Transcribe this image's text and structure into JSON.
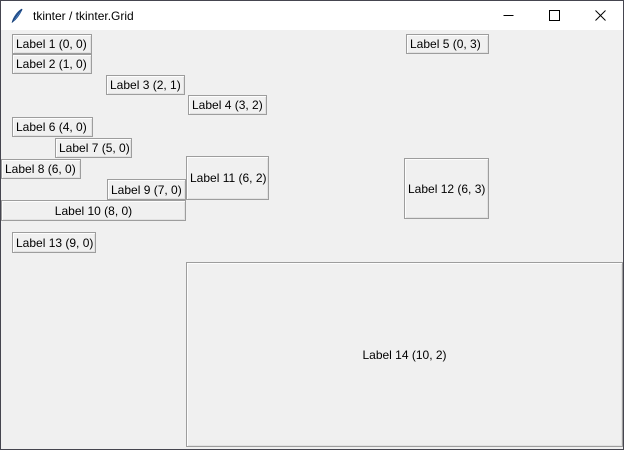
{
  "window": {
    "title": "tkinter / tkinter.Grid",
    "icons": {
      "app_icon": "tk-feather-icon",
      "minimize": "minimize-icon",
      "maximize": "maximize-icon",
      "close": "close-icon"
    }
  },
  "colors": {
    "titlebar_bg": "#ffffff",
    "client_bg": "#f0f0f0",
    "label_border": "#9d9d9d",
    "window_border": "#45454f",
    "text": "#000000",
    "icon_blue": "#3b6fb5"
  },
  "labels": [
    {
      "text": "Label 1 (0, 0)",
      "row": 0,
      "col": 0
    },
    {
      "text": "Label 2 (1, 0)",
      "row": 1,
      "col": 0
    },
    {
      "text": "Label 3 (2, 1)",
      "row": 2,
      "col": 1
    },
    {
      "text": "Label 4 (3, 2)",
      "row": 3,
      "col": 2
    },
    {
      "text": "Label 5 (0, 3)",
      "row": 0,
      "col": 3
    },
    {
      "text": "Label 6 (4, 0)",
      "row": 4,
      "col": 0
    },
    {
      "text": "Label 7 (5, 0)",
      "row": 5,
      "col": 0
    },
    {
      "text": "Label 8 (6, 0)",
      "row": 6,
      "col": 0
    },
    {
      "text": "Label 9 (7, 0)",
      "row": 7,
      "col": 0
    },
    {
      "text": "Label 10 (8, 0)",
      "row": 8,
      "col": 0
    },
    {
      "text": "Label 11 (6, 2)",
      "row": 6,
      "col": 2
    },
    {
      "text": "Label 12 (6, 3)",
      "row": 6,
      "col": 3
    },
    {
      "text": "Label 13 (9, 0)",
      "row": 9,
      "col": 0
    },
    {
      "text": "Label 14 (10, 2)",
      "row": 10,
      "col": 2
    }
  ]
}
